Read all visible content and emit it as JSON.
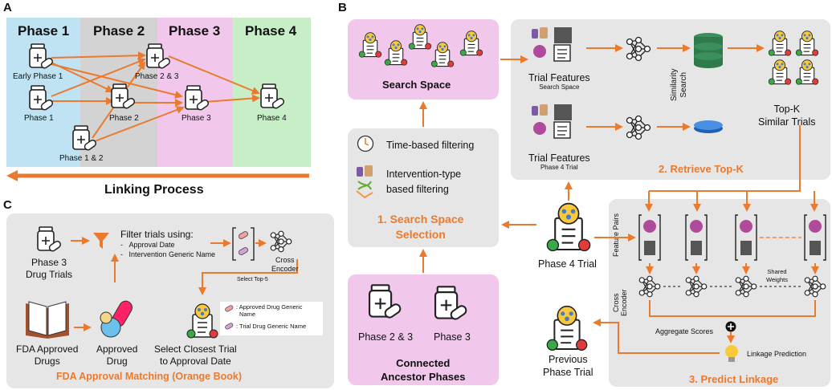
{
  "panels": {
    "a": "A",
    "b": "B",
    "c": "C"
  },
  "panel_a": {
    "phase_headers": [
      "Phase 1",
      "Phase 2",
      "Phase 3",
      "Phase 4"
    ],
    "nodes": [
      "Early Phase 1",
      "Phase 1",
      "Phase 1 & 2",
      "Phase 2",
      "Phase 2 & 3",
      "Phase 3",
      "Phase 4"
    ],
    "linking": "Linking Process"
  },
  "panel_b": {
    "search_space": "Search Space",
    "trial_features_1": "Trial Features",
    "trial_features_1_sub": "Search Space",
    "trial_features_2": "Trial Features",
    "trial_features_2_sub": "Phase 4 Trial",
    "similarity": "Similarity",
    "search": "Search",
    "topk_1": "Top-K",
    "topk_2": "Similar Trials",
    "retrieve": "2. Retrieve Top-K",
    "time_filter": "Time-based filtering",
    "interv_filter_1": "Intervention-type",
    "interv_filter_2": "based filtering",
    "sss_1": "1. Search Space",
    "sss_2": "Selection",
    "phase4_trial": "Phase 4 Trial",
    "feature_pairs_1": "Feature",
    "feature_pairs_2": "Pairs",
    "shared_1": "Shared",
    "shared_2": "Weights",
    "cross_1": "Cross",
    "cross_2": "Encoder",
    "aggregate": "Aggregate Scores",
    "linkage": "Linkage Prediction",
    "predict": "3. Predict Linkage",
    "previous_1": "Previous",
    "previous_2": "Phase Trial",
    "anc_phase_a": "Phase 2 & 3",
    "anc_phase_b": "Phase 3",
    "connected_1": "Connected",
    "connected_2": "Ancestor Phases"
  },
  "panel_c": {
    "phase3_1": "Phase 3",
    "phase3_2": "Drug Trials",
    "filter_title": "Filter trials using:",
    "filter_item_1": "Approval Date",
    "filter_item_2": "Intervention Generic Name",
    "cross_1": "Cross",
    "cross_2": "Encoder",
    "select_top": "Select Top-5",
    "fda_1": "FDA Approved",
    "fda_2": "Drugs",
    "approved_1": "Approved",
    "approved_2": "Drug",
    "closest_1": "Select Closest Trial",
    "closest_2": "to Approval Date",
    "legend_1a": ": Approved Drug Generic",
    "legend_1b": "Name",
    "legend_2": ": Trial Drug Generic Name",
    "footer": "FDA Approval Matching (Orange Book)"
  },
  "colors": {
    "orange": "#ea7a2e",
    "phase1": "#bfe3f3",
    "phase2": "#d3d3d3",
    "phase3": "#f1c8ec",
    "phase4": "#c8eec8",
    "panel_gray": "#e6e6e6",
    "pink": "#f1c8ec"
  }
}
